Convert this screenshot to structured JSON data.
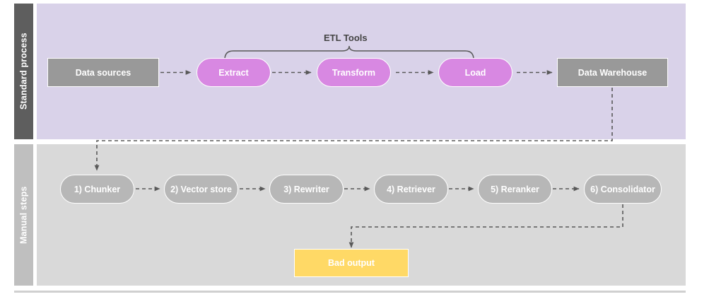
{
  "diagram": {
    "title_bracket": "ETL Tools",
    "lanes": [
      {
        "name": "standard-process",
        "label": "Standard process",
        "band_color": "#d9d2e9",
        "label_bg": "#5e5e5e"
      },
      {
        "name": "manual-steps",
        "label": "Manual steps",
        "band_color": "#d9d9d9",
        "label_bg": "#bfbfbf"
      }
    ],
    "standard_process": {
      "source": {
        "label": "Data sources",
        "shape": "rect",
        "color": "#999999"
      },
      "etl": [
        {
          "label": "Extract",
          "shape": "pill",
          "color": "#d888e2"
        },
        {
          "label": "Transform",
          "shape": "pill",
          "color": "#d888e2"
        },
        {
          "label": "Load",
          "shape": "pill",
          "color": "#d888e2"
        }
      ],
      "sink": {
        "label": "Data Warehouse",
        "shape": "rect",
        "color": "#999999"
      }
    },
    "manual_steps": [
      {
        "label": "1) Chunker",
        "shape": "pill",
        "color": "#b7b7b7"
      },
      {
        "label": "2) Vector store",
        "shape": "pill",
        "color": "#b7b7b7"
      },
      {
        "label": "3) Rewriter",
        "shape": "pill",
        "color": "#b7b7b7"
      },
      {
        "label": "4) Retriever",
        "shape": "pill",
        "color": "#b7b7b7"
      },
      {
        "label": "5) Reranker",
        "shape": "pill",
        "color": "#b7b7b7"
      },
      {
        "label": "6) Consolidator",
        "shape": "pill",
        "color": "#b7b7b7"
      }
    ],
    "output": {
      "label": "Bad output",
      "shape": "rect",
      "color": "#ffd966"
    },
    "edge_style": {
      "stroke": "#595959",
      "dash": "5,4",
      "width": 1.6
    }
  }
}
